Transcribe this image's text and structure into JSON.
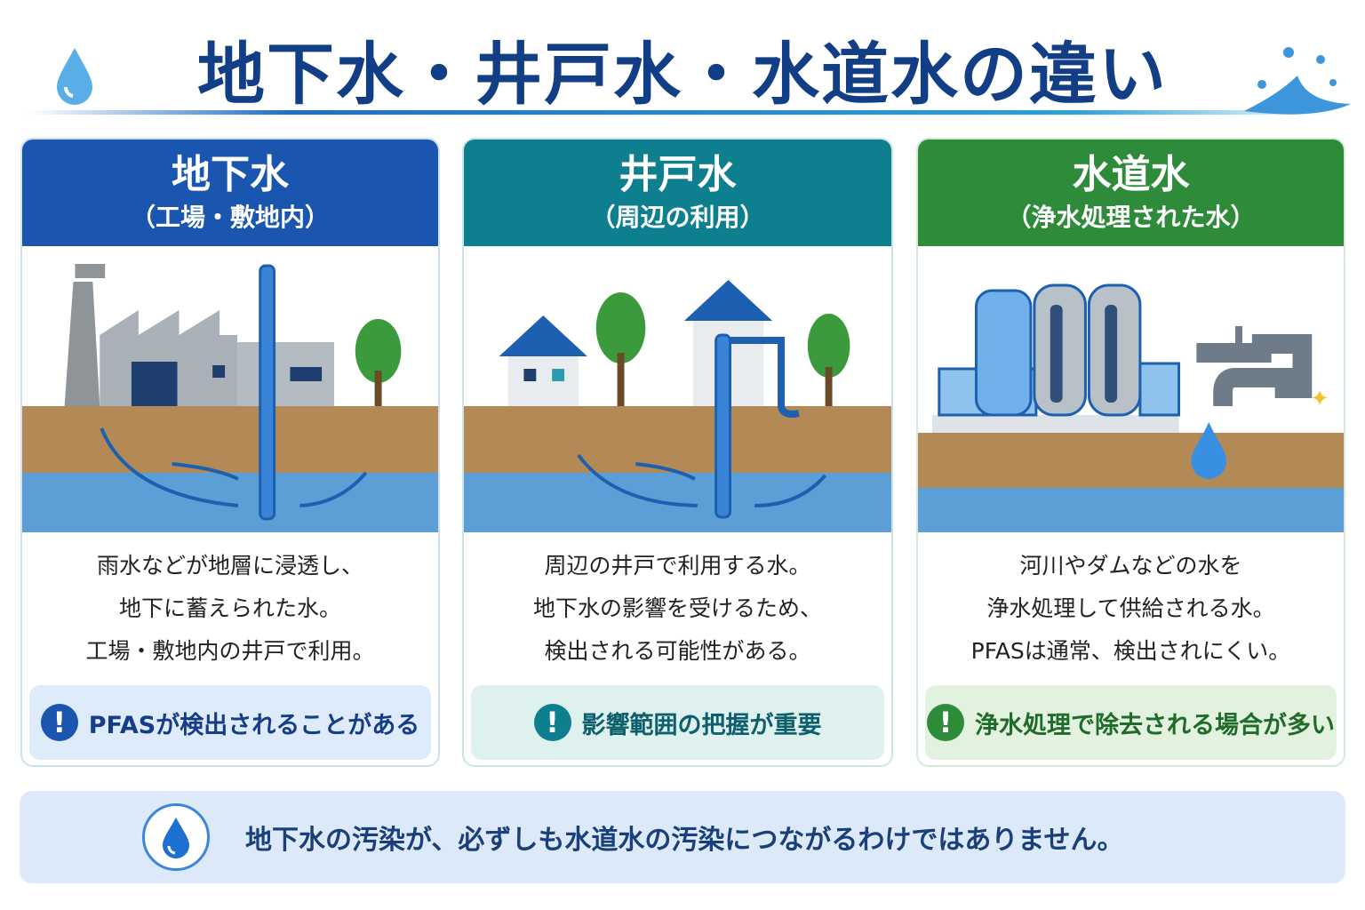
{
  "title": "地下水・井戸水・水道水の違い",
  "colors": {
    "title": "#123e86",
    "groundwater": "#1a56b0",
    "wellwater": "#0d7f8f",
    "tapwater": "#2e8b3a"
  },
  "cards": [
    {
      "title": "地下水",
      "subtitle": "（工場・敷地内）",
      "lines": [
        "雨水などが地層に浸透し、",
        "地下に蓄えられた水。",
        "工場・敷地内の井戸で利用。"
      ],
      "callout": "PFASが検出されることがある",
      "icon": "exclamation-icon"
    },
    {
      "title": "井戸水",
      "subtitle": "（周辺の利用）",
      "lines": [
        "周辺の井戸で利用する水。",
        "地下水の影響を受けるため、",
        "検出される可能性がある。"
      ],
      "callout": "影響範囲の把握が重要",
      "icon": "exclamation-icon"
    },
    {
      "title": "水道水",
      "subtitle": "（浄水処理された水）",
      "lines": [
        "河川やダムなどの水を",
        "浄水処理して供給される水。",
        "PFASは通常、検出されにくい。"
      ],
      "callout": "浄水処理で除去される場合が多い",
      "icon": "exclamation-icon"
    }
  ],
  "exclamation": "!",
  "banner": {
    "text": "地下水の汚染が、必ずしも水道水の汚染につながるわけではありません。",
    "icon": "water-drop-icon"
  }
}
